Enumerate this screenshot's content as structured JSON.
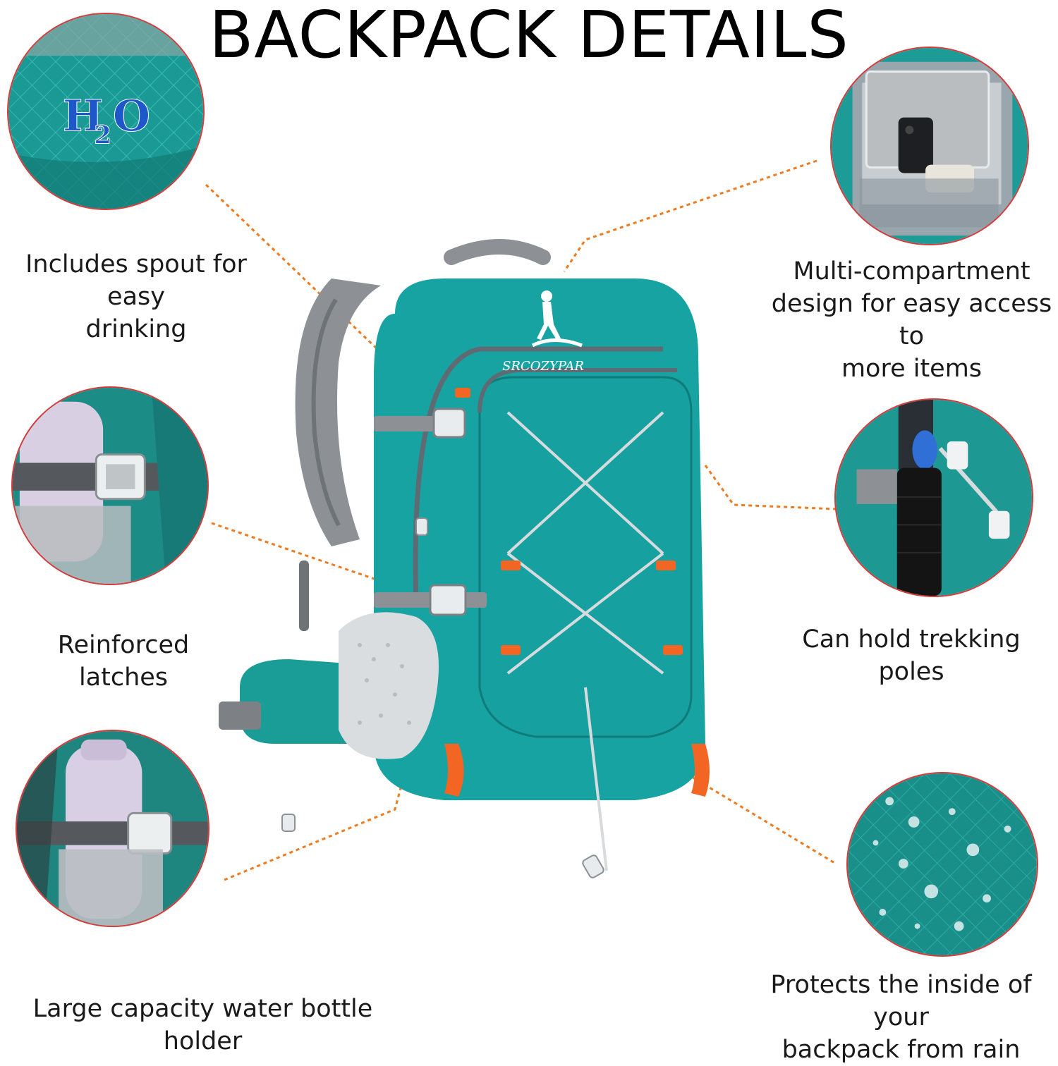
{
  "title": "BACKPACK DETAILS",
  "colors": {
    "teal": "#18a3a3",
    "teal_dark": "#0f7b7b",
    "gray_strap": "#8d9196",
    "orange_accent": "#f26522",
    "circle_border": "#d63a3a",
    "leader_line": "#f07a1e"
  },
  "features": {
    "spout": {
      "label_line1": "Includes spout for easy",
      "label_line2": "drinking",
      "logo": "H2O"
    },
    "compartment": {
      "label_line1": "Multi-compartment",
      "label_line2": "design for easy access to",
      "label_line3": "more items"
    },
    "latches": {
      "label": "Reinforced latches"
    },
    "trekking": {
      "label": "Can hold trekking poles"
    },
    "bottle": {
      "label": "Large capacity water bottle holder"
    },
    "rain": {
      "label_line1": "Protects the inside of your",
      "label_line2": "backpack from rain"
    }
  },
  "brand": {
    "logo_text": "SRCOZYPAR"
  },
  "icons": {
    "backpack": "backpack-illustration",
    "hiker": "hiker-logo-icon"
  }
}
